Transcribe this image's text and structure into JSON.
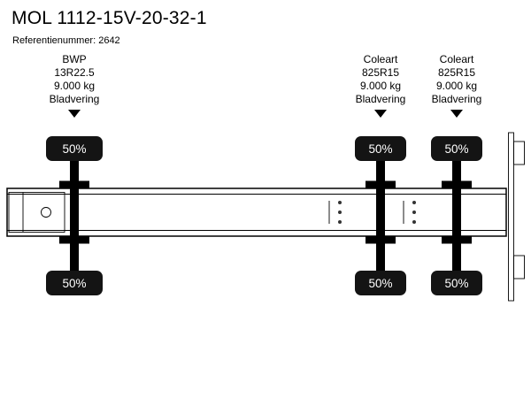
{
  "header": {
    "title": "MOL 1112-15V-20-32-1",
    "reference_label": "Referentienummer: 2642"
  },
  "axles": [
    {
      "brand": "BWP",
      "tire_size": "13R22.5",
      "weight": "9.000 kg",
      "suspension": "Bladvering",
      "wear_top": "50%",
      "wear_bottom": "50%"
    },
    {
      "brand": "Coleart",
      "tire_size": "825R15",
      "weight": "9.000 kg",
      "suspension": "Bladvering",
      "wear_top": "50%",
      "wear_bottom": "50%"
    },
    {
      "brand": "Coleart",
      "tire_size": "825R15",
      "weight": "9.000 kg",
      "suspension": "Bladvering",
      "wear_top": "50%",
      "wear_bottom": "50%"
    }
  ],
  "colors": {
    "ink": "#000000",
    "tire_fill": "#141414",
    "background": "#ffffff"
  }
}
